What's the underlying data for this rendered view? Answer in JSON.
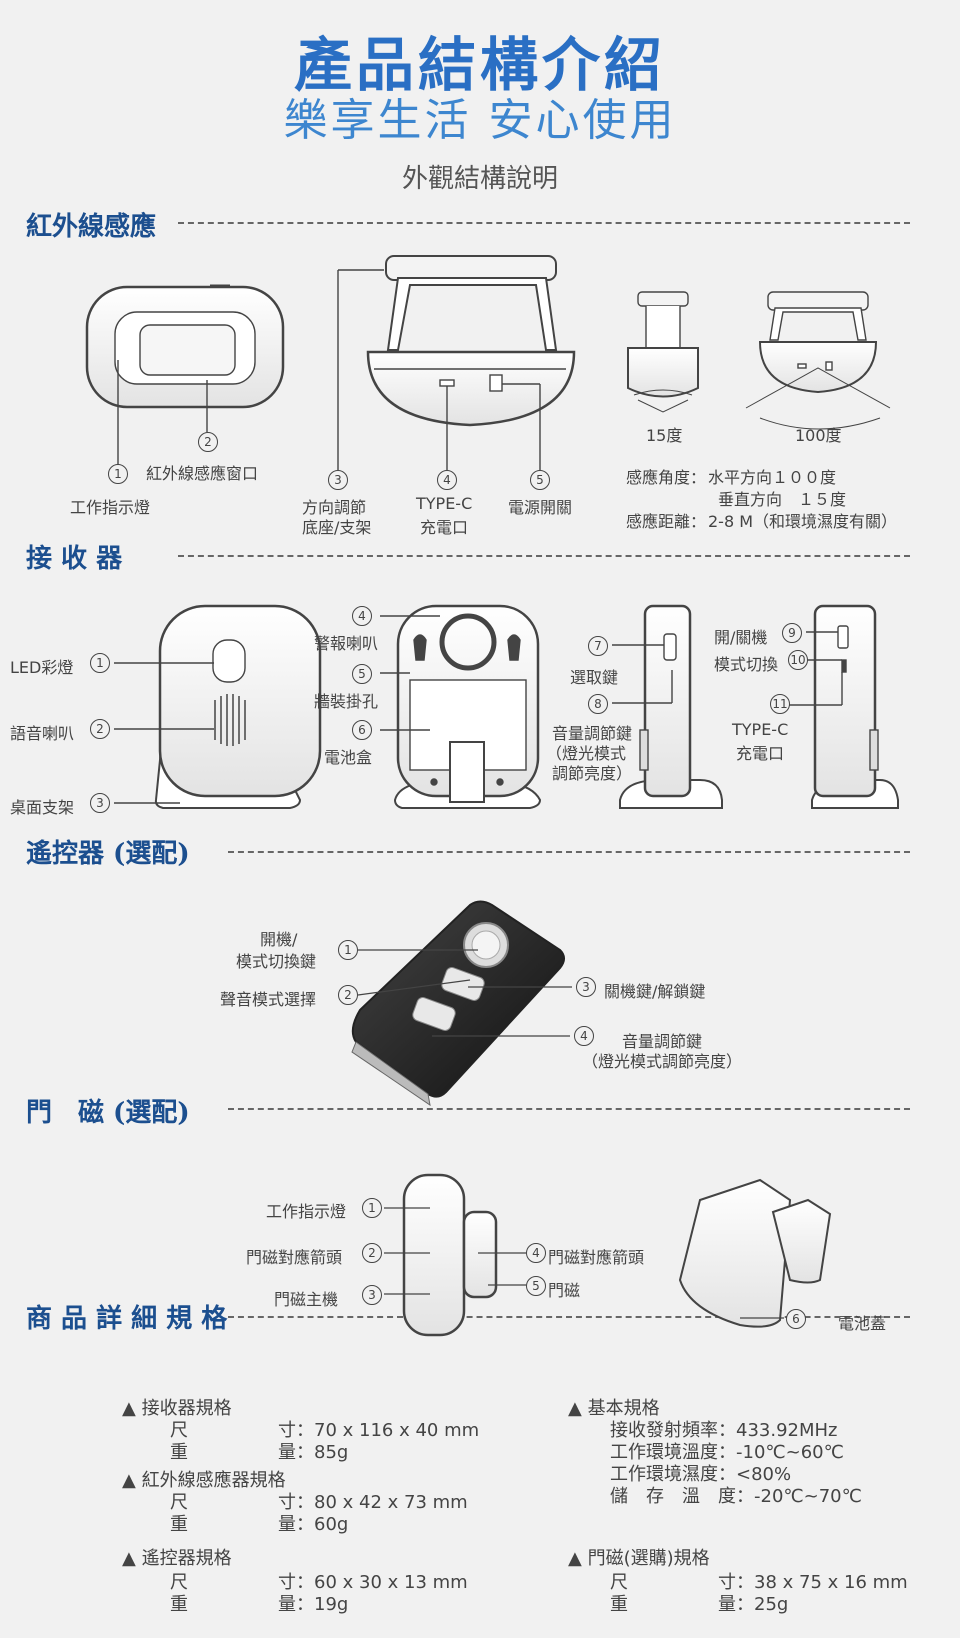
{
  "header": {
    "title": "產品結構介紹",
    "slogan": "樂享生活 安心使用",
    "subtitle": "外觀結構說明"
  },
  "sections": {
    "infrared": "紅外線感應",
    "receiver": "接 收 器",
    "remote": "遙控器 (選配)",
    "door": "門　磁 (選配)",
    "specs": "商 品 詳 細 規 格"
  },
  "infrared": {
    "labels": {
      "n1": "工作指示燈",
      "n2": "紅外線感應窗口",
      "n3a": "方向調節",
      "n3b": "底座/支架",
      "n4a": "TYPE-C",
      "n4b": "充電口",
      "n5": "電源開關",
      "angle15": "15度",
      "angle100": "100度"
    },
    "sensing": {
      "angle_label": "感應角度：",
      "h": "水平方向１００度",
      "v": "垂直方向　１５度",
      "dist_label": "感應距離：",
      "dist": "2-8 M（和環境濕度有關）"
    }
  },
  "receiver": {
    "labels": {
      "n1": "LED彩燈",
      "n2": "語音喇叭",
      "n3": "桌面支架",
      "n4": "警報喇叭",
      "n5": "牆裝掛孔",
      "n6": "電池盒",
      "n7": "選取鍵",
      "n8a": "音量調節鍵",
      "n8b": "（燈光模式",
      "n8c": "調節亮度）",
      "n9": "開/關機",
      "n10": "模式切換",
      "n11a": "TYPE-C",
      "n11b": "充電口"
    }
  },
  "remote": {
    "labels": {
      "n1a": "開機/",
      "n1b": "模式切換鍵",
      "n2": "聲音模式選擇",
      "n3": "關機鍵/解鎖鍵",
      "n4a": "音量調節鍵",
      "n4b": "（燈光模式調節亮度）"
    }
  },
  "door": {
    "labels": {
      "n1": "工作指示燈",
      "n2": "門磁對應箭頭",
      "n3": "門磁主機",
      "n4": "門磁對應箭頭",
      "n5": "門磁",
      "n6": "電池蓋"
    }
  },
  "specs": {
    "receiver": {
      "title": "接收器規格",
      "size_k": "尺　　　　　寸：",
      "size": "70 x 116 x 40 mm",
      "weight_k": "重　　　　　量：",
      "weight": "85g"
    },
    "infrared": {
      "title": "紅外線感應器規格",
      "size_k": "尺　　　　　寸：",
      "size": "80 x 42 x 73 mm",
      "weight_k": "重　　　　　量：",
      "weight": "60g"
    },
    "remote": {
      "title": "遙控器規格",
      "size_k": "尺　　　　　寸：",
      "size": "60 x 30 x 13 mm",
      "weight_k": "重　　　　　量：",
      "weight": "19g"
    },
    "basic": {
      "title": "基本規格",
      "freq_k": "接收發射頻率：",
      "freq": "433.92MHz",
      "temp_k": "工作環境溫度：",
      "temp": "-10℃~60℃",
      "hum_k": "工作環境濕度：",
      "hum": "<80%",
      "store_k": "儲　存　溫　度：",
      "store": "-20℃~70℃"
    },
    "door": {
      "title": "門磁(選購)規格",
      "size_k": "尺　　　　　寸：",
      "size": "38 x 75 x 16 mm",
      "weight_k": "重　　　　　量：",
      "weight": "25g"
    }
  }
}
